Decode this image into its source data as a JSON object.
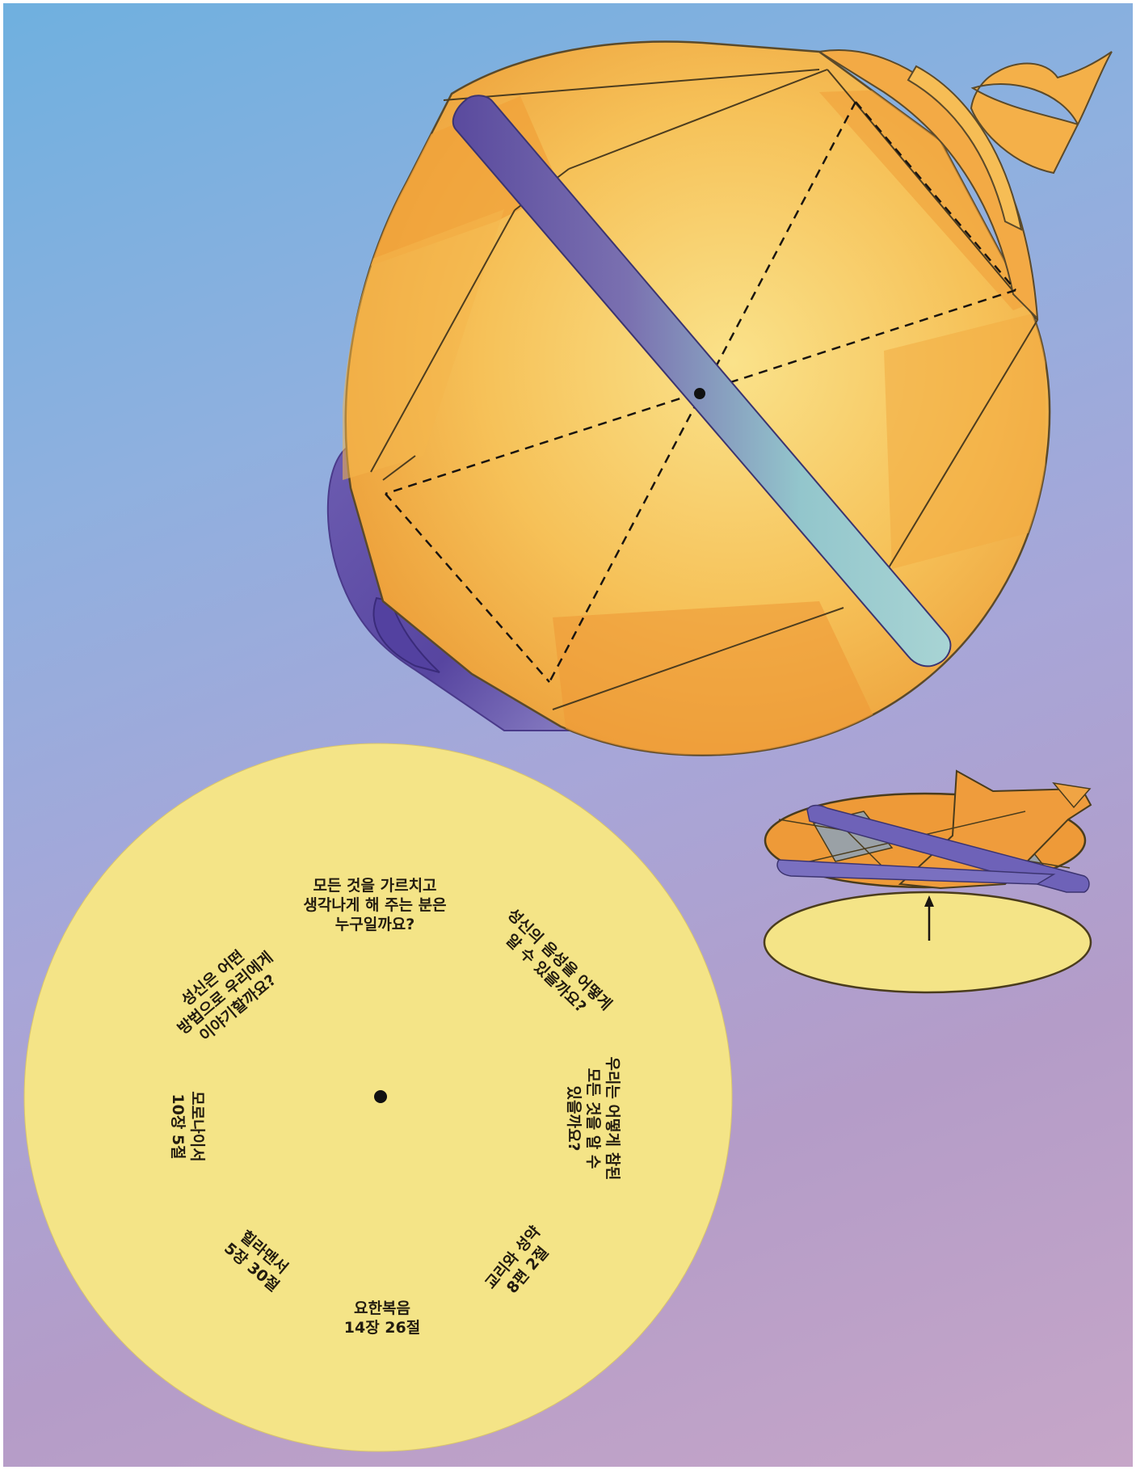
{
  "wheel": {
    "questions": [
      [
        "모든 것을 가르치고",
        "생각나게 해 주는 분은",
        "누구일까요?"
      ],
      [
        "성신의 음성을 어떻게",
        "알 수 있을까요?"
      ],
      [
        "우리는 어떻게 참된",
        "모든 것을 알 수",
        "있을까요?"
      ],
      [
        "성신은 어떤",
        "방법으로 우리에게",
        "이야기할까요?"
      ]
    ],
    "references": [
      [
        "교리와 성약",
        "8편 2절"
      ],
      [
        "요한복음",
        "14장 26절"
      ],
      [
        "힐라맨서",
        "5장 30절"
      ],
      [
        "모로나이서",
        "10장 5절"
      ]
    ]
  },
  "colors": {
    "wheel_fill": "#f4e487",
    "globe_orange": "#f0a43e",
    "globe_yellow": "#f8d35c",
    "bar_blue": "#8fc0c8",
    "bar_purple": "#6a54a6",
    "base_purple": "#5c4aa5"
  }
}
